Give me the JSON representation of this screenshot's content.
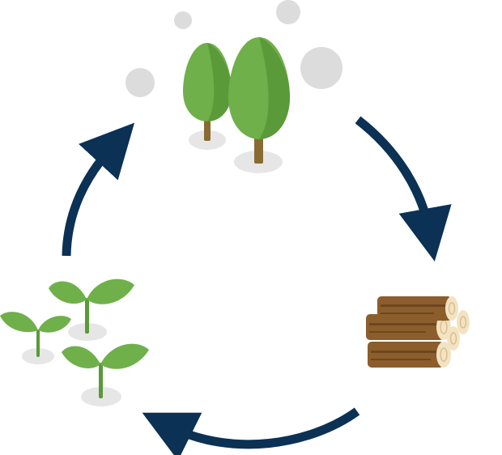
{
  "diagram": {
    "type": "cycle",
    "stages": [
      {
        "id": "forest",
        "icon": "trees-icon"
      },
      {
        "id": "timber",
        "icon": "logs-icon"
      },
      {
        "id": "seedlings",
        "icon": "seedlings-icon"
      }
    ],
    "arrows": [
      {
        "from": "forest",
        "to": "timber",
        "icon": "arrow-icon"
      },
      {
        "from": "timber",
        "to": "seedlings",
        "icon": "arrow-icon"
      },
      {
        "from": "seedlings",
        "to": "forest",
        "icon": "arrow-icon"
      }
    ]
  },
  "colors": {
    "arrow": "#0b3154",
    "leaf": "#6fb04a",
    "leaf_shade": "#5a9a38",
    "trunk": "#8a6a33",
    "ground": "#e6e6e6",
    "bubble": "#dcdcdc",
    "log_bark": "#8b5e2c",
    "log_bark_dark": "#6e4620",
    "log_end": "#f3e3c3",
    "log_ring": "#d8bf8f"
  }
}
